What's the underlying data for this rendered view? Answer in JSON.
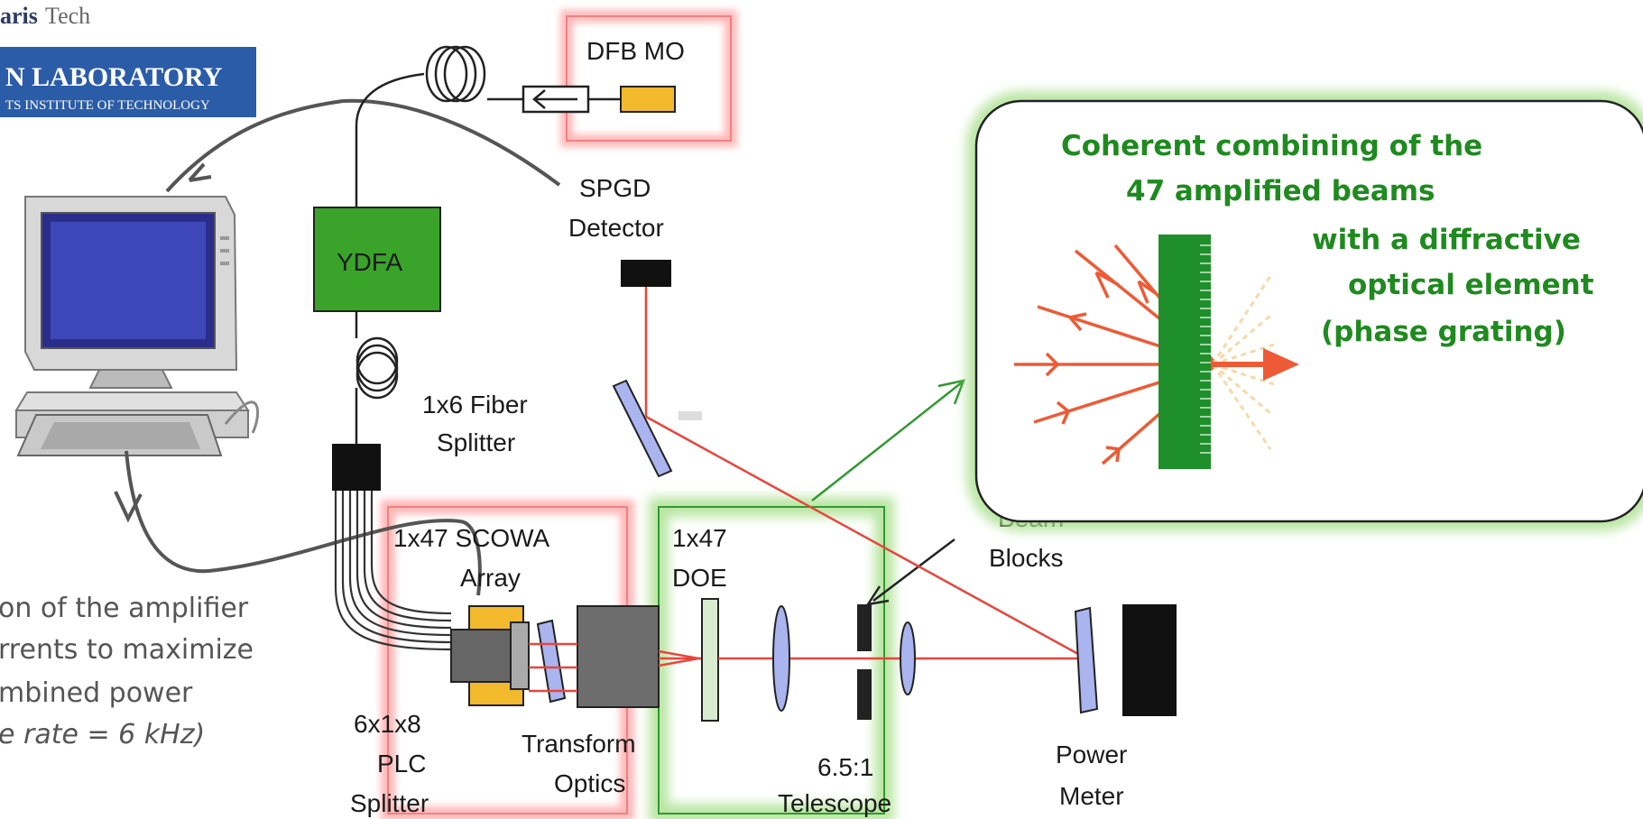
{
  "logos": {
    "paristech_prefix": "aris",
    "paristech_suffix": "Tech",
    "lab_line1": "N LABORATORY",
    "lab_line2": "TS INSTITUTE OF TECHNOLOGY"
  },
  "components": {
    "dfb_mo": "DFB MO",
    "spgd_line1": "SPGD",
    "spgd_line2": "Detector",
    "ydfa": "YDFA",
    "splitter_line1": "1x6 Fiber",
    "splitter_line2": "Splitter",
    "scowa_line1": "1x47 SCOWA",
    "scowa_line2": "Array",
    "doe_line1": "1x47",
    "doe_line2": "DOE",
    "beam_line1": "Beam",
    "beam_line2": "Blocks",
    "plc_line1": "6x1x8",
    "plc_line2": "PLC",
    "plc_line3": "Splitter",
    "transform_line1": "Transform",
    "transform_line2": "Optics",
    "telescope_line1": "6.5:1",
    "telescope_line2": "Telescope",
    "power_line1": "Power",
    "power_line2": "Meter"
  },
  "callout": {
    "line1": "Coherent combining of the",
    "line2": "47 amplified beams",
    "line3": "with a diffractive",
    "line4": "optical element",
    "line5": "(phase grating)"
  },
  "description": {
    "line1": "on of the amplifier",
    "line2": "rrents to maximize",
    "line3": "mbined power",
    "line4": "e rate = 6 kHz)"
  },
  "colors": {
    "red_beam": "#e8453c",
    "ydfa_green": "#3aa329",
    "callout_green": "#1f8a1f",
    "highlight_red": "#ff9a9a",
    "highlight_green": "#a8e08c",
    "amp_yellow": "#f2b92c",
    "lens_blue": "#aab4ee",
    "logo_blue": "#2b5ca8"
  }
}
